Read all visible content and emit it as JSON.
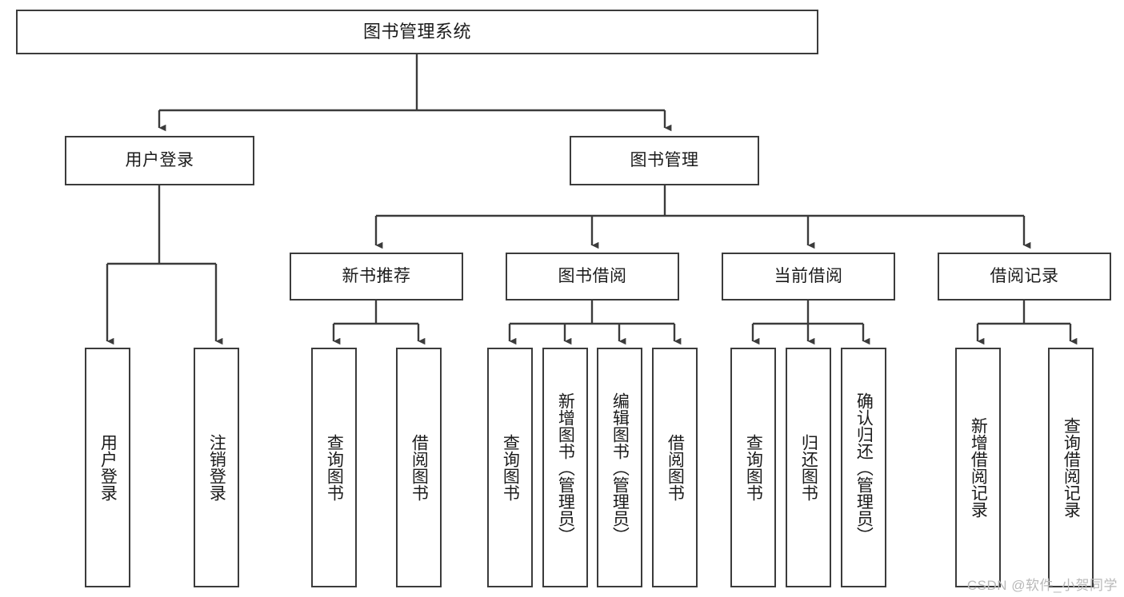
{
  "diagram": {
    "title": "图书管理系统",
    "type": "tree-hierarchy",
    "orientation": "top-down",
    "watermark": "CSDN @软件_小贺同学",
    "style": {
      "box_border": "#3b3b3b",
      "box_fill": "#ffffff",
      "line_color": "#3b3b3b",
      "text_color": "#1b1b1b",
      "background": "#ffffff",
      "watermark_color": "#b9b9b9"
    },
    "nodes": {
      "root": {
        "label": "图书管理系统",
        "level": 1
      },
      "l2": [
        {
          "id": "user-login",
          "label": "用户登录",
          "level": 2
        },
        {
          "id": "book-manage",
          "label": "图书管理",
          "level": 2
        }
      ],
      "l3": [
        {
          "id": "new-book-rec",
          "label": "新书推荐",
          "level": 3,
          "parent": "book-manage"
        },
        {
          "id": "book-borrow",
          "label": "图书借阅",
          "level": 3,
          "parent": "book-manage"
        },
        {
          "id": "current-borrow",
          "label": "当前借阅",
          "level": 3,
          "parent": "book-manage"
        },
        {
          "id": "borrow-record",
          "label": "借阅记录",
          "level": 3,
          "parent": "book-manage"
        }
      ],
      "leaves": [
        {
          "id": "leaf-user-login",
          "label": "用户登录",
          "parent": "user-login"
        },
        {
          "id": "leaf-user-logout",
          "label": "注销登录",
          "parent": "user-login"
        },
        {
          "id": "leaf-query-book-1",
          "label": "查询图书",
          "parent": "new-book-rec"
        },
        {
          "id": "leaf-borrow-book-1",
          "label": "借阅图书",
          "parent": "new-book-rec"
        },
        {
          "id": "leaf-query-book-2",
          "label": "查询图书",
          "parent": "book-borrow"
        },
        {
          "id": "leaf-add-book",
          "label": "新增图书（管理员）",
          "parent": "book-borrow"
        },
        {
          "id": "leaf-edit-book",
          "label": "编辑图书（管理员）",
          "parent": "book-borrow"
        },
        {
          "id": "leaf-borrow-book-2",
          "label": "借阅图书",
          "parent": "book-borrow"
        },
        {
          "id": "leaf-query-book-3",
          "label": "查询图书",
          "parent": "current-borrow"
        },
        {
          "id": "leaf-return-book",
          "label": "归还图书",
          "parent": "current-borrow"
        },
        {
          "id": "leaf-confirm-return",
          "label": "确认归还（管理员）",
          "parent": "current-borrow"
        },
        {
          "id": "leaf-add-record",
          "label": "新增借阅记录",
          "parent": "borrow-record"
        },
        {
          "id": "leaf-query-record",
          "label": "查询借阅记录",
          "parent": "borrow-record"
        }
      ]
    }
  }
}
